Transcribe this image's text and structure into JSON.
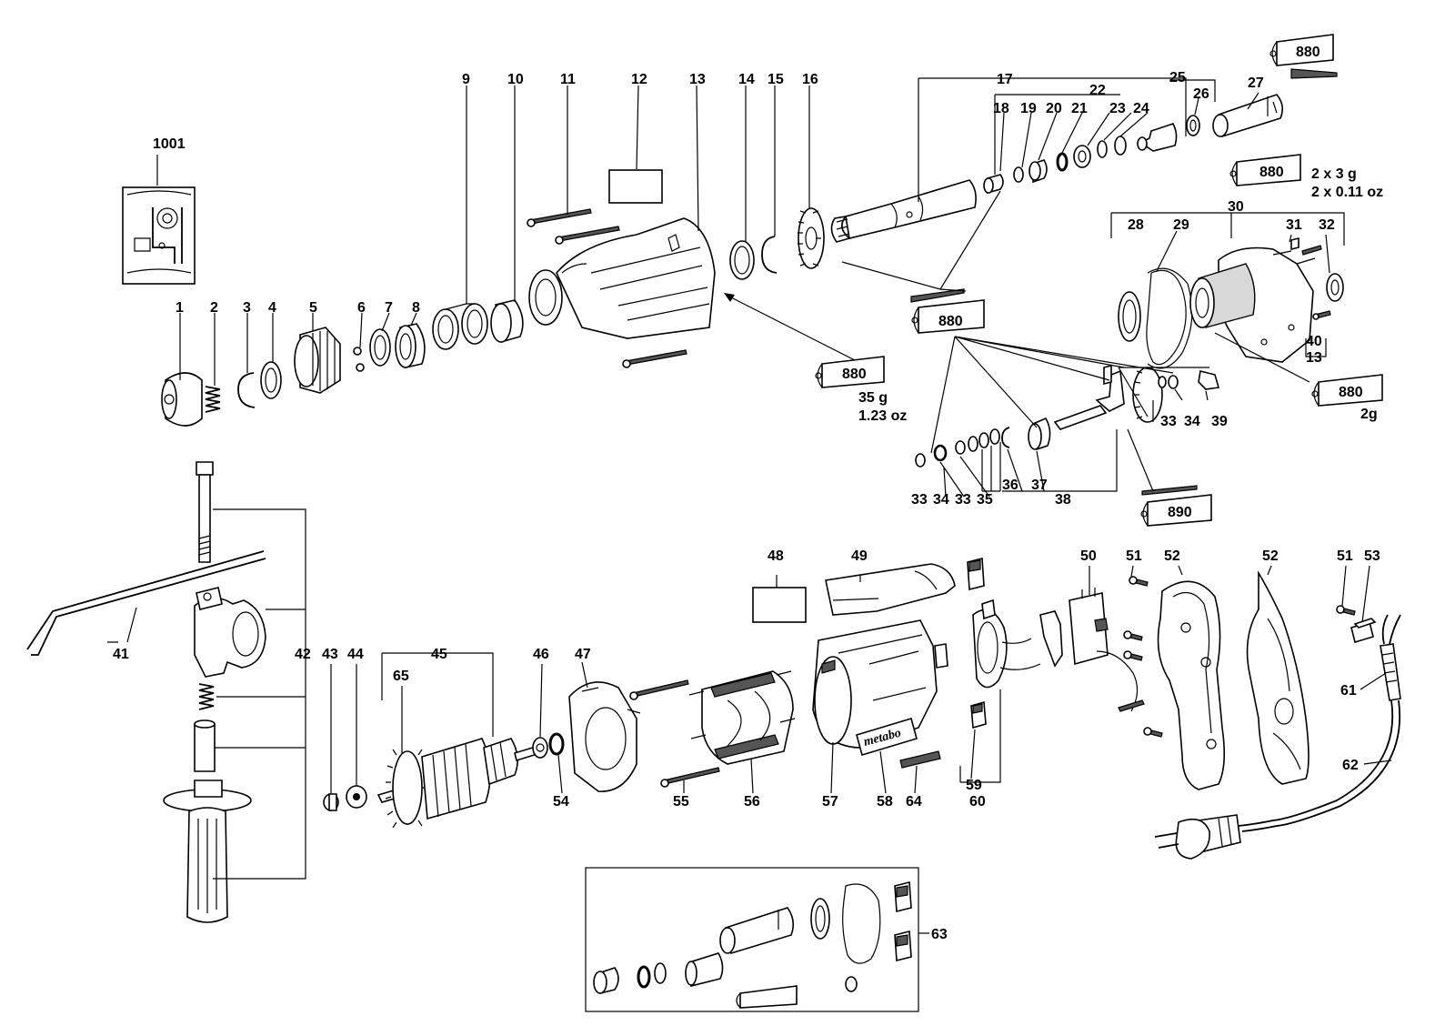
{
  "labels": {
    "l1001": "1001",
    "l1": "1",
    "l2": "2",
    "l3": "3",
    "l4": "4",
    "l5": "5",
    "l6": "6",
    "l7": "7",
    "l8": "8",
    "l9": "9",
    "l10": "10",
    "l11": "11",
    "l12": "12",
    "l13": "13",
    "l14": "14",
    "l15": "15",
    "l16": "16",
    "l17": "17",
    "l18": "18",
    "l19": "19",
    "l20": "20",
    "l21": "21",
    "l22": "22",
    "l23": "23",
    "l24": "24",
    "l25": "25",
    "l26": "26",
    "l27": "27",
    "l28": "28",
    "l29": "29",
    "l30": "30",
    "l31": "31",
    "l32": "32",
    "l33a": "33",
    "l34a": "34",
    "l39": "39",
    "l40": "40",
    "l13b": "13",
    "l33b": "33",
    "l34b": "34",
    "l33c": "33",
    "l35": "35",
    "l36": "36",
    "l37": "37",
    "l38": "38",
    "l41": "41",
    "l42": "42",
    "l43": "43",
    "l44": "44",
    "l45": "45",
    "l46": "46",
    "l47": "47",
    "l48": "48",
    "l49": "49",
    "l50": "50",
    "l51a": "51",
    "l52a": "52",
    "l52b": "52",
    "l51b": "51",
    "l53": "53",
    "l54": "54",
    "l55": "55",
    "l56": "56",
    "l57": "57",
    "l58": "58",
    "l59": "59",
    "l60": "60",
    "l61": "61",
    "l62": "62",
    "l63": "63",
    "l64": "64",
    "l65": "65"
  },
  "tubes": {
    "t_top": "880",
    "t_mid": "880",
    "t_grease": "880",
    "t_housing": "880",
    "t_right": "880",
    "t_890": "890"
  },
  "notes": {
    "mid_qty": "2 x 3 g",
    "mid_qty_oz": "2 x  0.11 oz",
    "housing_qty": "35 g",
    "housing_qty_oz": "1.23 oz",
    "right_qty": "2g"
  },
  "brand": "metabo"
}
